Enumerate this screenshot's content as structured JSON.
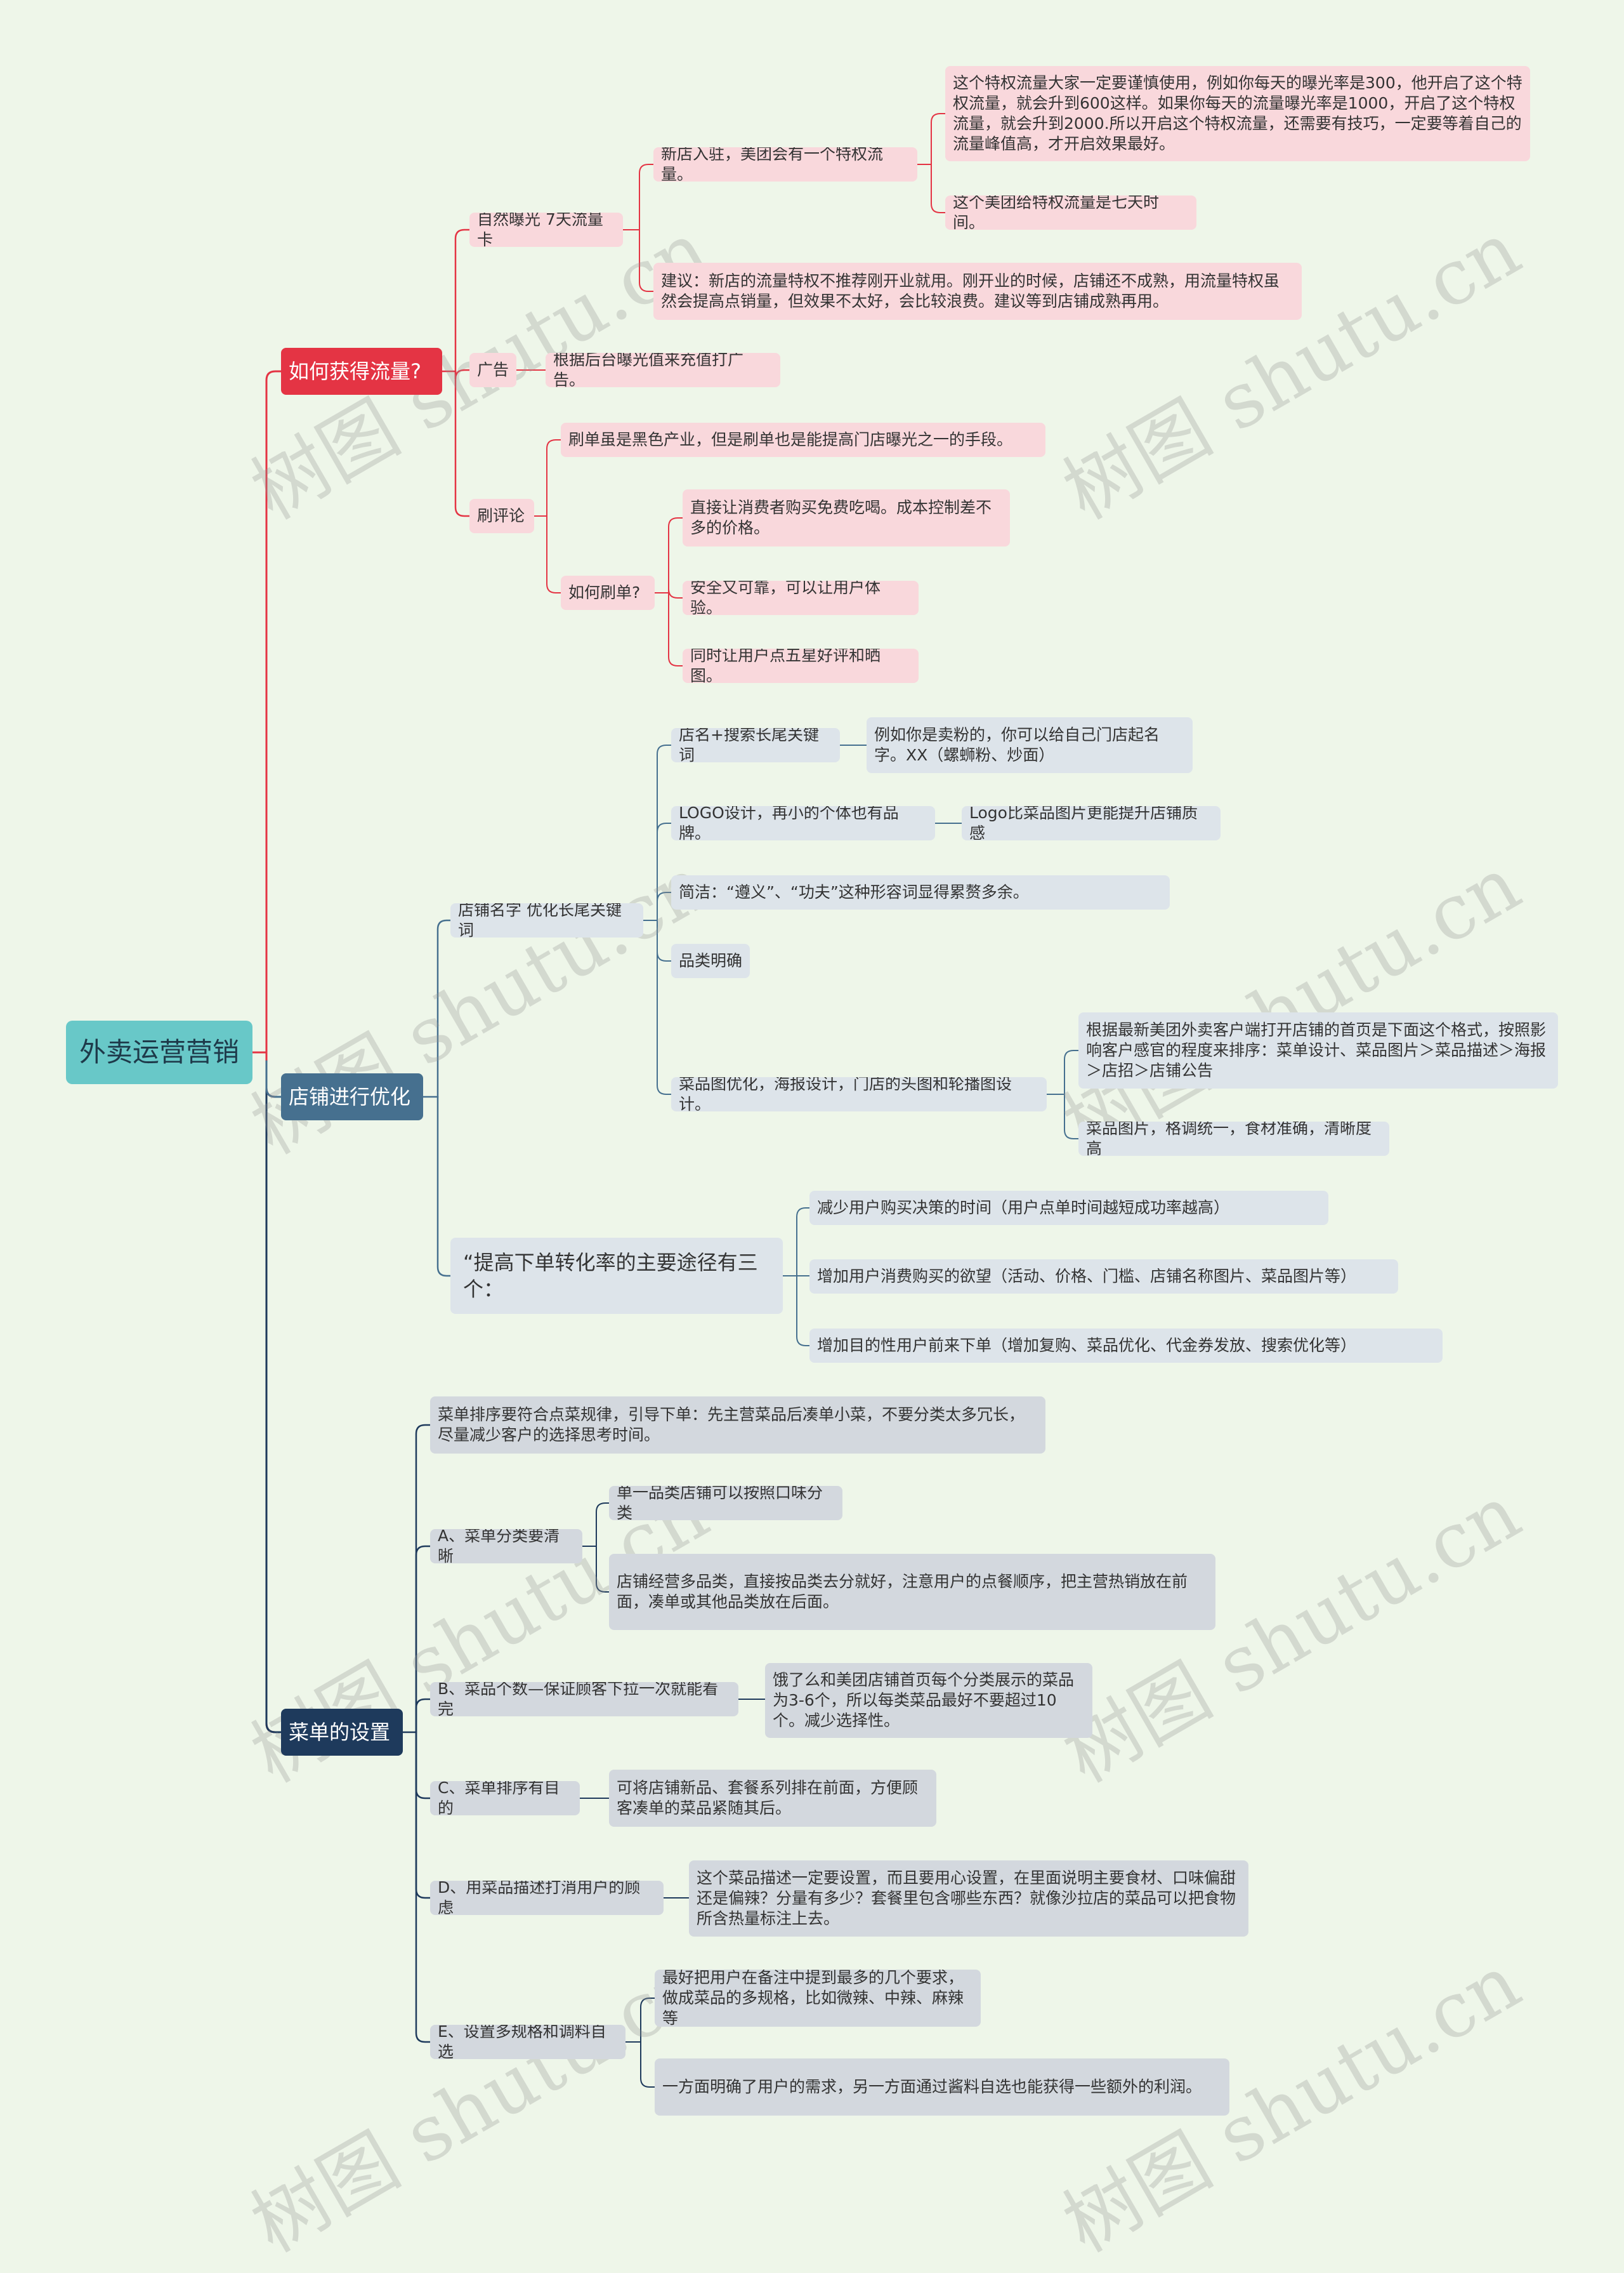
{
  "watermark": "树图 shutu.cn",
  "colors": {
    "background": "#eef6e9",
    "branch1": "#e43444",
    "branch2": "#46708f",
    "branch3": "#1e3a5c",
    "root": "#68c8c8"
  },
  "root": {
    "label": "外卖运营营销"
  },
  "branch1": {
    "label": "如何获得流量?",
    "natural": {
      "label": "自然曝光 7天流量卡",
      "newshop": {
        "label": "新店入驻，美团会有一个特权流量。",
        "detail1": "这个特权流量大家一定要谨慎使用，例如你每天的曝光率是300，他开启了这个特权流量，就会升到600这样。如果你每天的流量曝光率是1000，开启了这个特权流量，就会升到2000.所以开启这个特权流量，还需要有技巧，一定要等着自己的流量峰值高，才开启效果最好。",
        "detail2": "这个美团给特权流量是七天时间。"
      },
      "suggest": "建议：新店的流量特权不推荐刚开业就用。刚开业的时候，店铺还不成熟，用流量特权虽然会提高点销量，但效果不太好，会比较浪费。建议等到店铺成熟再用。"
    },
    "ad": {
      "label": "广告",
      "detail": "根据后台曝光值来充值打广告。"
    },
    "review": {
      "label": "刷评论",
      "note": "刷单虽是黑色产业，但是刷单也是能提高门店曝光之一的手段。",
      "how": {
        "label": "如何刷单?",
        "items": [
          "直接让消费者购买免费吃喝。成本控制差不多的价格。",
          "安全又可靠，可以让用户体验。",
          "同时让用户点五星好评和晒图。"
        ]
      }
    }
  },
  "branch2": {
    "label": "店铺进行优化",
    "name": {
      "label": "店铺名字 优化长尾关键词",
      "kw": {
        "label": "店名+搜索长尾关键词",
        "detail": "例如你是卖粉的，你可以给自己门店起名字。XX（螺蛳粉、炒面）"
      },
      "logo": {
        "label": "LOGO设计，再小的个体也有品牌。",
        "detail": "Logo比菜品图片更能提升店铺质感"
      },
      "concise": "简洁：“遵义”、“功夫”这种形容词显得累赘多余。",
      "category": "品类明确",
      "images": {
        "label": "菜品图优化，海报设计，门店的头图和轮播图设计。",
        "detail1": "根据最新美团外卖客户端打开店铺的首页是下面这个格式，按照影响客户感官的程度来排序：菜单设计、菜品图片＞菜品描述＞海报＞店招＞店铺公告",
        "detail2": "菜品图片，格调统一，食材准确，清晰度高"
      }
    },
    "convert": {
      "label": "“提高下单转化率的主要途径有三个：",
      "items": [
        "减少用户购买决策的时间（用户点单时间越短成功率越高）",
        "增加用户消费购买的欲望（活动、价格、门槛、店铺名称图片、菜品图片等）",
        "增加目的性用户前来下单（增加复购、菜品优化、代金券发放、搜索优化等）"
      ]
    }
  },
  "branch3": {
    "label": "菜单的设置",
    "rule": "菜单排序要符合点菜规律，引导下单：先主营菜品后凑单小菜，不要分类太多冗长，尽量减少客户的选择思考时间。",
    "a": {
      "label": "A、菜单分类要清晰",
      "items": [
        "单一品类店铺可以按照口味分类",
        "店铺经营多品类，直接按品类去分就好，注意用户的点餐顺序，把主营热销放在前面，凑单或其他品类放在后面。"
      ]
    },
    "b": {
      "label": "B、菜品个数—保证顾客下拉一次就能看完",
      "detail": "饿了么和美团店铺首页每个分类展示的菜品为3-6个，所以每类菜品最好不要超过10个。减少选择性。"
    },
    "c": {
      "label": "C、菜单排序有目的",
      "detail": "可将店铺新品、套餐系列排在前面，方便顾客凑单的菜品紧随其后。"
    },
    "d": {
      "label": "D、用菜品描述打消用户的顾虑",
      "detail": "这个菜品描述一定要设置，而且要用心设置，在里面说明主要食材、口味偏甜还是偏辣？分量有多少？套餐里包含哪些东西？就像沙拉店的菜品可以把食物所含热量标注上去。"
    },
    "e": {
      "label": "E、设置多规格和调料自选",
      "items": [
        "最好把用户在备注中提到最多的几个要求，做成菜品的多规格，比如微辣、中辣、麻辣等",
        "一方面明确了用户的需求，另一方面通过酱料自选也能获得一些额外的利润。"
      ]
    }
  }
}
